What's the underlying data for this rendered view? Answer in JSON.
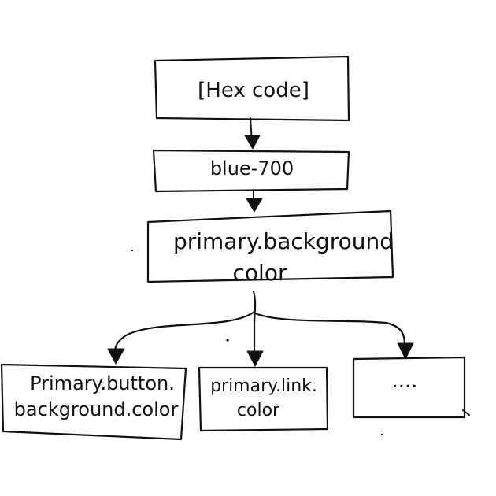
{
  "nodes": {
    "hex_code": {
      "text": "[Hex code]"
    },
    "blue_700": {
      "text": "blue-700"
    },
    "primary_background": {
      "line1": "primary.background",
      "line2": "color"
    },
    "primary_button": {
      "line1": "Primary.button.",
      "line2": "background.color"
    },
    "primary_link": {
      "line1": "primary.link.",
      "line2": "color"
    },
    "more": {
      "text": "...."
    }
  },
  "colors": {
    "ink": "#111111",
    "background": "#ffffff"
  }
}
